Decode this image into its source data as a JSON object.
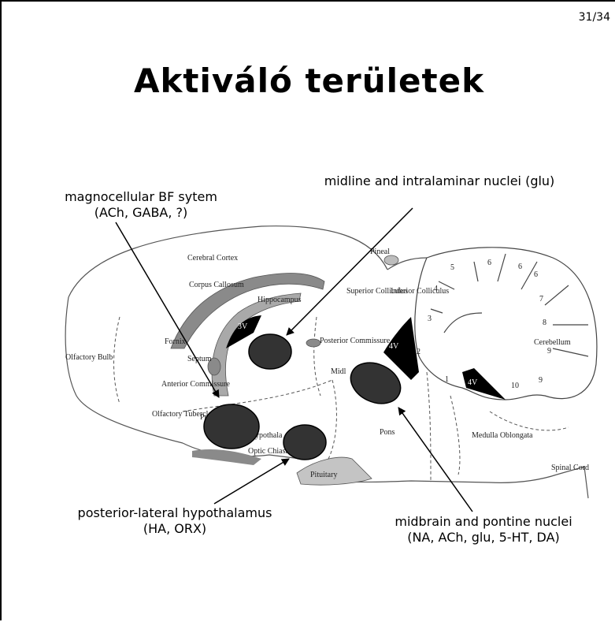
{
  "slide": {
    "page_number": "31/34",
    "title": "Aktiváló területek"
  },
  "callouts": {
    "magnocellular": {
      "line1": "magnocellular BF sytem",
      "line2": "(ACh, GABA, ?)"
    },
    "midline": {
      "line1": "midline and intralaminar nuclei (glu)"
    },
    "hypothalamus": {
      "line1": "posterior-lateral hypothalamus",
      "line2": "(HA, ORX)"
    },
    "midbrain": {
      "line1": "midbrain and pontine nuclei",
      "line2": "(NA, ACh, glu, 5-HT, DA)"
    }
  },
  "anatomy_labels": {
    "cerebral_cortex": "Cerebral Cortex",
    "corpus_callosum": "Corpus Callosum",
    "hippocampus": "Hippocampus",
    "pineal": "Pineal",
    "superior_colliculus": "Superior Colliculus",
    "inferior_colliculus": "Inferior Colliculus",
    "fornix": "Fornix",
    "septum": "Septum",
    "third_ventricle": "3V",
    "posterior_commissure": "Posterior Commissure",
    "fourth_ventricle_a": "4V",
    "fourth_ventricle_b": "4V",
    "olfactory_bulb": "Olfactory Bulb",
    "anterior_commissure": "Anterior Commissure",
    "olfactory_tubercle": "Olfactory Tubercle",
    "preoptic_partial": "Pr",
    "hypothalamus_partial": "ypothala",
    "optic_chiasm": "Optic Chiasm",
    "midbrain_partial": "Midl",
    "pons": "Pons",
    "pituitary": "Pituitary",
    "medulla": "Medulla Oblongata",
    "spinal_cord": "Spinal Cord",
    "cerebellum": "Cerebellum",
    "lobules": [
      "1",
      "2",
      "3",
      "4",
      "5",
      "6",
      "6",
      "6",
      "7",
      "8",
      "9",
      "9",
      "10"
    ]
  },
  "colors": {
    "nucleus_fill": "#333333",
    "gray_structure": "#8a8a8a",
    "light_gray": "#c4c4c4",
    "ventricle": "#000000"
  }
}
